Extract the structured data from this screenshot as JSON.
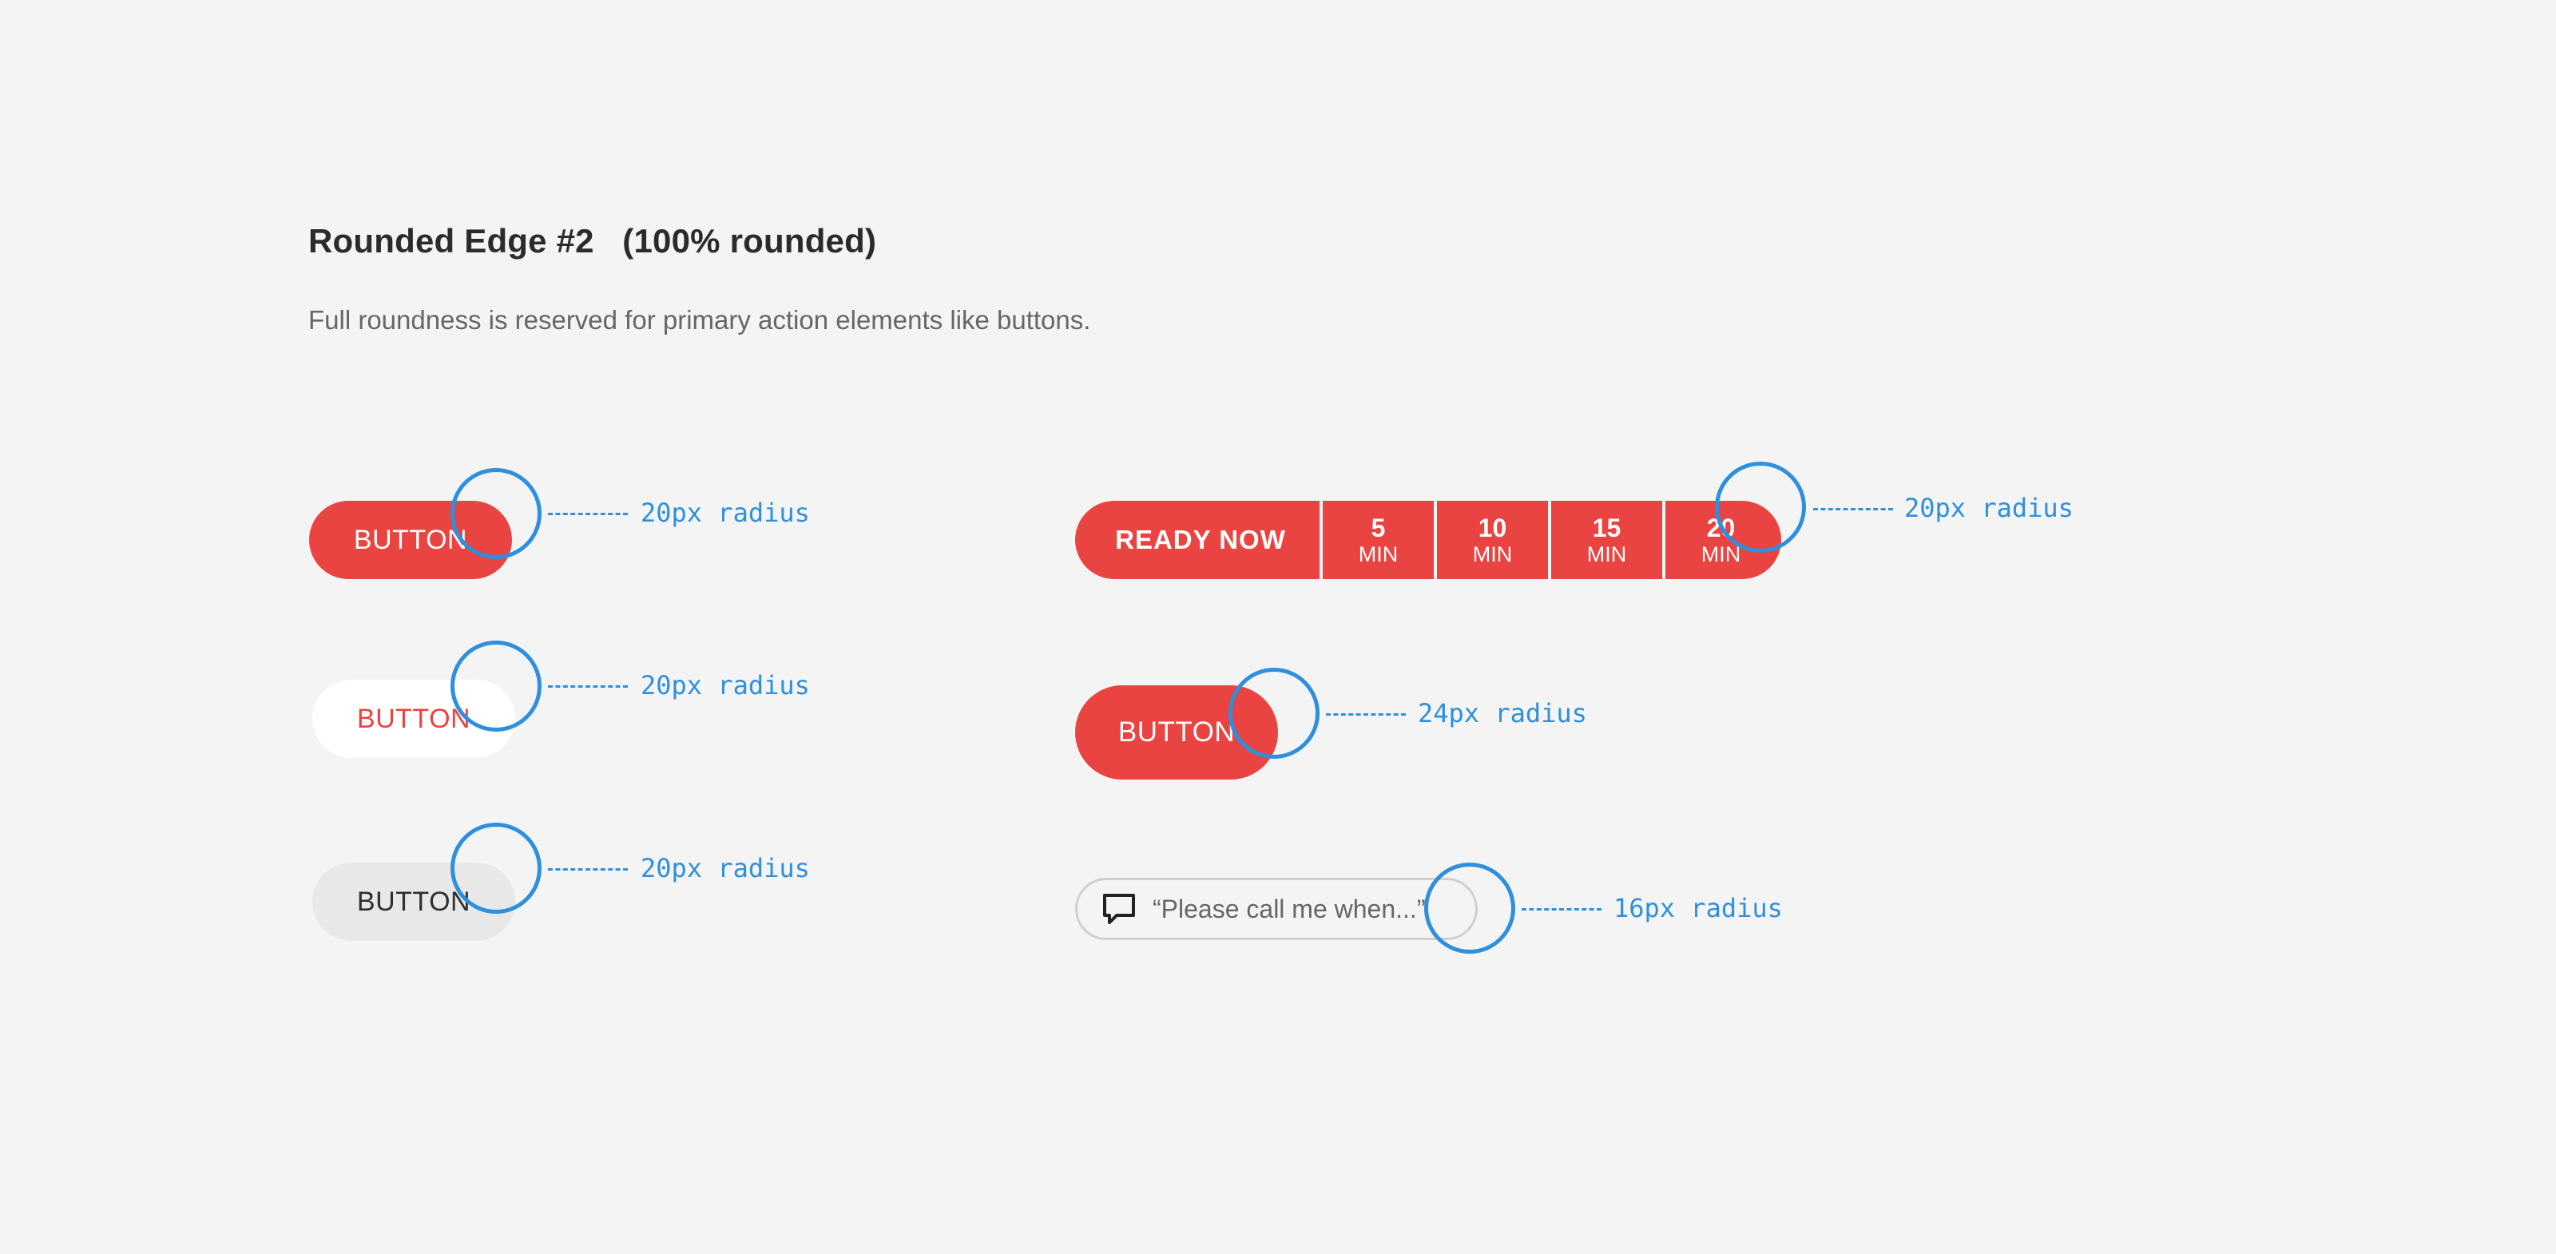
{
  "header": {
    "title": "Rounded Edge #2   (100% rounded)",
    "description": "Full roundness is reserved for primary action elements like buttons."
  },
  "colors": {
    "brand_red": "#e94441",
    "annotation_blue": "#2e8fdd",
    "background": "#f4f4f4",
    "grey_button": "#e8e8e8"
  },
  "buttons": {
    "red": {
      "label": "BUTTON"
    },
    "white": {
      "label": "BUTTON"
    },
    "grey": {
      "label": "BUTTON"
    },
    "large_red": {
      "label": "BUTTON"
    }
  },
  "ready_selector": {
    "ready_label": "READY NOW",
    "options": [
      {
        "value": "5",
        "unit": "MIN"
      },
      {
        "value": "10",
        "unit": "MIN"
      },
      {
        "value": "15",
        "unit": "MIN"
      },
      {
        "value": "20",
        "unit": "MIN"
      }
    ]
  },
  "comment_field": {
    "icon": "speech-bubble-icon",
    "placeholder": "“Please call me when...”"
  },
  "annotations": {
    "red_button": "20px radius",
    "white_button": "20px radius",
    "grey_button": "20px radius",
    "segmented": "20px radius",
    "large_button": "24px radius",
    "comment": "16px radius"
  }
}
